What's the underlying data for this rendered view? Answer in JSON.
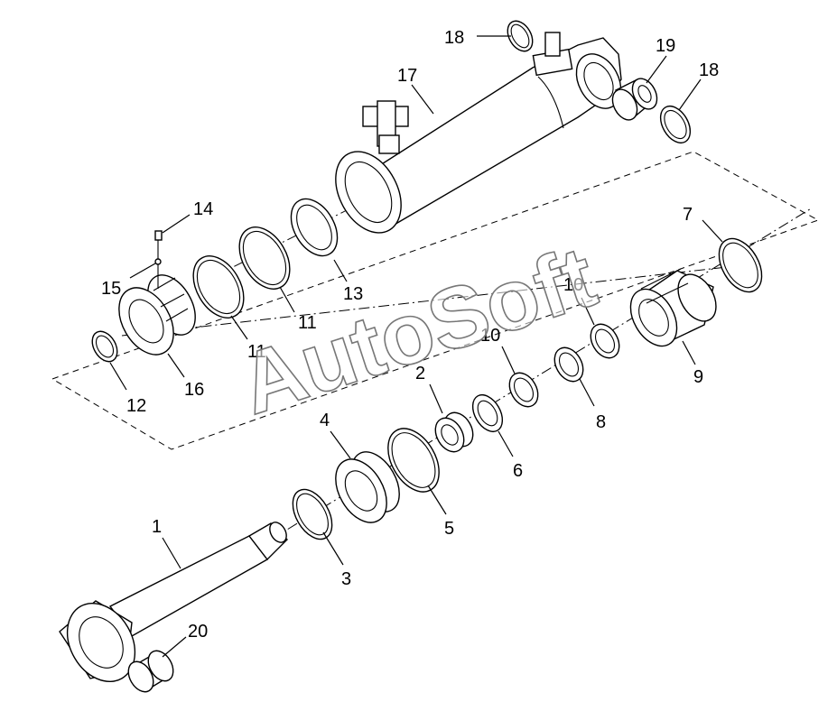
{
  "watermark": "AutoSoft",
  "callouts": [
    {
      "id": "p1",
      "text": "1"
    },
    {
      "id": "p2",
      "text": "2"
    },
    {
      "id": "p3",
      "text": "3"
    },
    {
      "id": "p4",
      "text": "4"
    },
    {
      "id": "p5",
      "text": "5"
    },
    {
      "id": "p6",
      "text": "6"
    },
    {
      "id": "p7",
      "text": "7"
    },
    {
      "id": "p8",
      "text": "8"
    },
    {
      "id": "p9",
      "text": "9"
    },
    {
      "id": "p10a",
      "text": "10"
    },
    {
      "id": "p10b",
      "text": "10"
    },
    {
      "id": "p11a",
      "text": "11"
    },
    {
      "id": "p11b",
      "text": "11"
    },
    {
      "id": "p12",
      "text": "12"
    },
    {
      "id": "p13",
      "text": "13"
    },
    {
      "id": "p14",
      "text": "14"
    },
    {
      "id": "p15",
      "text": "15"
    },
    {
      "id": "p16",
      "text": "16"
    },
    {
      "id": "p17",
      "text": "17"
    },
    {
      "id": "p18a",
      "text": "18"
    },
    {
      "id": "p18b",
      "text": "18"
    },
    {
      "id": "p19",
      "text": "19"
    },
    {
      "id": "p20",
      "text": "20"
    }
  ]
}
